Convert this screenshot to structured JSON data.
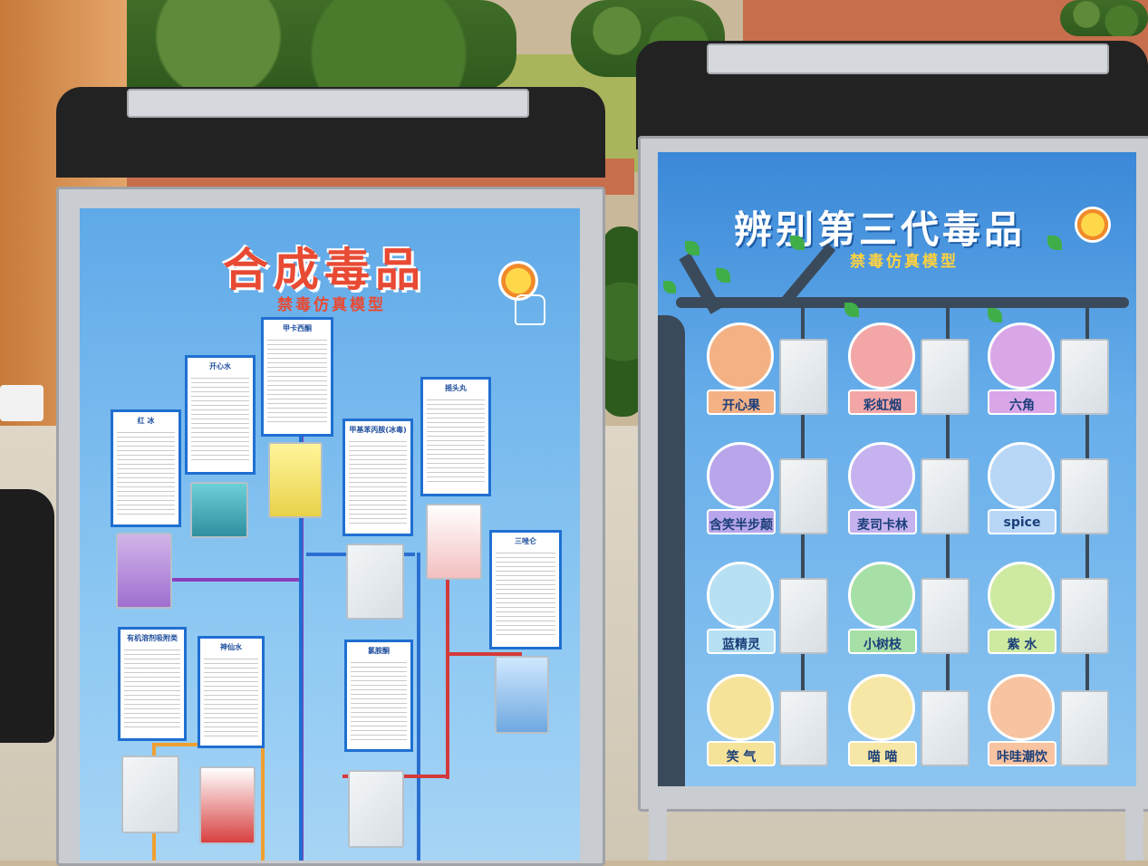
{
  "left_poster": {
    "title": "合成毒品",
    "subtitle": "禁毒仿真模型",
    "cards": [
      {
        "id": "hongbing",
        "title": "红 冰"
      },
      {
        "id": "kaixinshui",
        "title": "开心水"
      },
      {
        "id": "meiji",
        "title": "甲卡西酮"
      },
      {
        "id": "jiaji",
        "title": "甲基苯丙胺(冰毒)"
      },
      {
        "id": "yaotou",
        "title": "摇头丸"
      },
      {
        "id": "sanzuo",
        "title": "三唑仑"
      },
      {
        "id": "youjirong",
        "title": "有机溶剂吸附类"
      },
      {
        "id": "shenxian",
        "title": "神仙水"
      },
      {
        "id": "kaitaming",
        "title": "氯胺酮"
      }
    ]
  },
  "right_poster": {
    "title": "辨别第三代毒品",
    "subtitle": "禁毒仿真模型",
    "items": [
      {
        "name": "开心果",
        "color": "#f4b184"
      },
      {
        "name": "彩虹烟",
        "color": "#f3a6a6"
      },
      {
        "name": "六角",
        "color": "#d9a6e8"
      },
      {
        "name": "含笑半步颠",
        "color": "#b9a6ea"
      },
      {
        "name": "麦司卡林",
        "color": "#c6b2ee"
      },
      {
        "name": "spice",
        "color": "#b8d6f6"
      },
      {
        "name": "蓝精灵",
        "color": "#b7e0f3"
      },
      {
        "name": "小树枝",
        "color": "#a6e0a6"
      },
      {
        "name": "紫 水",
        "color": "#cdeaa0"
      },
      {
        "name": "笑 气",
        "color": "#f6e39a"
      },
      {
        "name": "喵 喵",
        "color": "#f7e7a6"
      },
      {
        "name": "咔哇潮饮",
        "color": "#f7c3a0"
      }
    ]
  }
}
